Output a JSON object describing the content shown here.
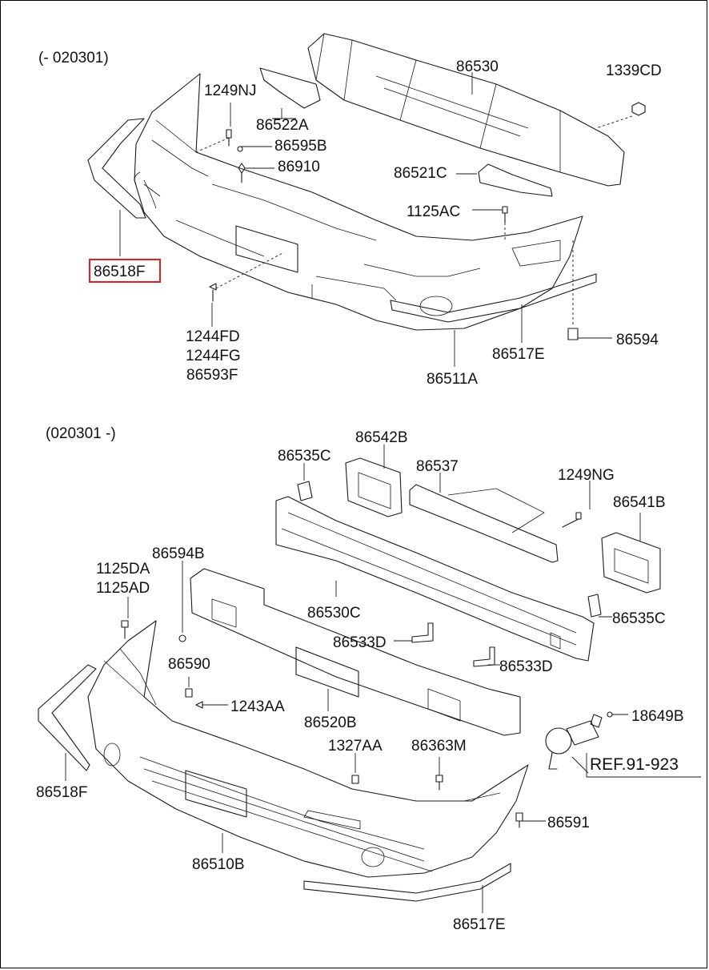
{
  "sections": [
    {
      "range": "(- 020301)",
      "labels": [
        "1249NJ",
        "86522A",
        "86595B",
        "86910",
        "86530",
        "1339CD",
        "86521C",
        "1125AC",
        "86518F",
        "1244FD",
        "1244FG",
        "86593F",
        "86594",
        "86517E",
        "86511A"
      ]
    },
    {
      "range": "(020301 -)",
      "labels": [
        "86542B",
        "86535C",
        "86537",
        "1249NG",
        "86541B",
        "86594B",
        "1125DA",
        "1125AD",
        "86530C",
        "86535C",
        "86533D",
        "86533D",
        "86590",
        "1243AA",
        "86520B",
        "18649B",
        "1327AA",
        "86363M",
        "REF.91-923",
        "86518F",
        "86591",
        "86510B",
        "86517E"
      ]
    }
  ],
  "highlighted_part": "86518F",
  "colors": {
    "line": "#1a1a1a",
    "highlight": "#e02020",
    "background": "#ffffff"
  }
}
